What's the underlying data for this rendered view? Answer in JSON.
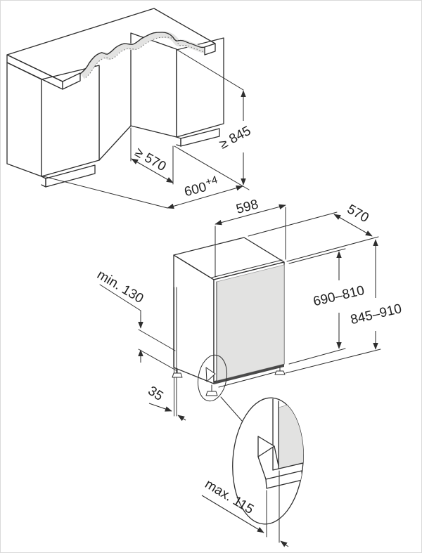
{
  "diagram": {
    "niche_view": {
      "height_min": "≥ 845",
      "depth_min": "≥ 570",
      "width": "600",
      "width_tolerance": "+4"
    },
    "appliance_view": {
      "width": "598",
      "depth": "570",
      "door_panel_height": "690–810",
      "appliance_height": "845–910",
      "plinth_height_min": "min. 130",
      "side_clearance": "35"
    },
    "plinth_detail_view": {
      "plinth_depth_max": "max. 115"
    },
    "colors": {
      "line": "#2e2e2e",
      "worktop_fill": "#e9e9e8",
      "worktop_edge_fill": "#f1f1f0",
      "break_band_fill": "#e3e3e2",
      "door_fill": "#e2e2e1",
      "face_fill": "#fbfbfa",
      "niche_face_fill": "#f5f5f4",
      "dark_strip_fill": "#4a4a4a"
    }
  }
}
